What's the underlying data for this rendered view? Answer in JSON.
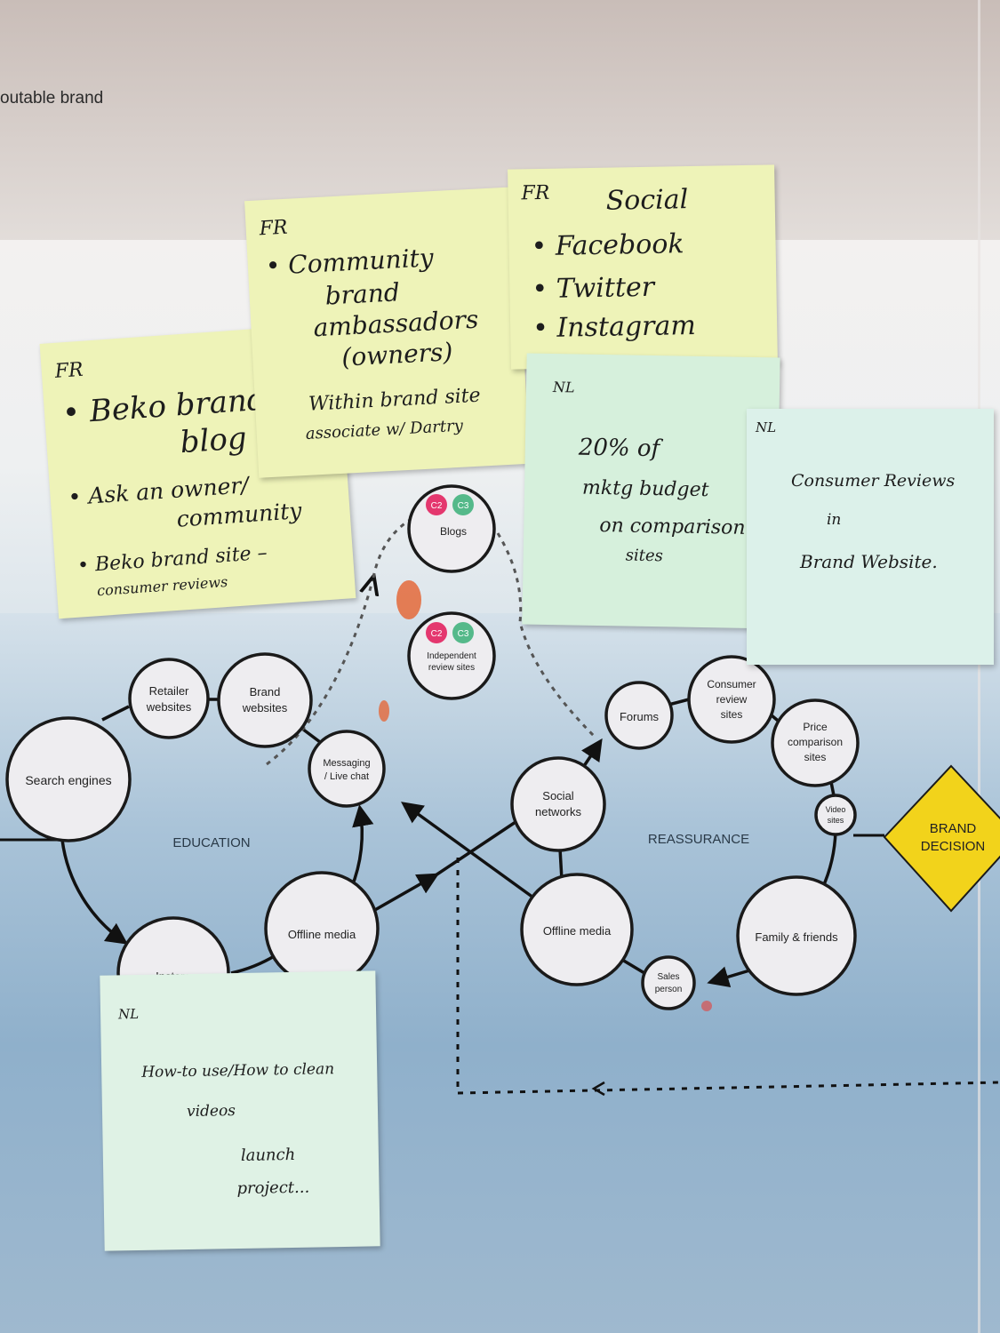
{
  "header": {
    "title_fragment": "outable brand"
  },
  "stages": {
    "education": "EDUCATION",
    "reassurance": "REASSURANCE",
    "brand_decision": [
      "BRAND",
      "DECISION"
    ]
  },
  "education_nodes": {
    "search": [
      "Search engines"
    ],
    "retailer": [
      "Retailer",
      "websites"
    ],
    "brand": [
      "Brand",
      "websites"
    ],
    "messaging": [
      "Messaging",
      "/ Live chat"
    ],
    "offline": [
      "Offline media"
    ],
    "instore": [
      "Instore"
    ]
  },
  "middle_nodes": {
    "blogs": [
      "Blogs"
    ],
    "review": [
      "Independent",
      "review sites"
    ],
    "badges": [
      "C2",
      "C3"
    ]
  },
  "reassurance_nodes": {
    "social": [
      "Social",
      "networks"
    ],
    "forums": [
      "Forums"
    ],
    "consumer": [
      "Consumer",
      "review",
      "sites"
    ],
    "price": [
      "Price",
      "comparison",
      "sites"
    ],
    "video": [
      "Video",
      "sites"
    ],
    "family": [
      "Family & friends"
    ],
    "sales": [
      "Sales",
      "person"
    ],
    "offline": [
      "Offline media"
    ]
  },
  "notes": {
    "beko_blog": {
      "tag": "FR",
      "lines": [
        "• Beko brand",
        "blog",
        "• Ask an owner/",
        "community",
        "• Beko brand site –",
        "consumer reviews"
      ]
    },
    "community": {
      "tag": "FR",
      "lines": [
        "• Community",
        "brand",
        "ambassadors",
        "(owners)",
        "Within brand site",
        "associate w/ Dartry"
      ]
    },
    "social": {
      "tag": "FR",
      "lines": [
        "Social",
        "• Facebook",
        "• Twitter",
        "• Instagram"
      ]
    },
    "budget": {
      "tag": "NL",
      "lines": [
        "20% of",
        "mktg budget",
        "on comparison",
        "sites"
      ]
    },
    "reviews": {
      "tag": "NL",
      "lines": [
        "Consumer Reviews",
        "in",
        "Brand Website."
      ]
    },
    "videos": {
      "tag": "NL",
      "lines": [
        "How-to use/How to clean",
        "videos",
        "launch",
        "project..."
      ]
    }
  },
  "colors": {
    "node_fill": "#eeedf0",
    "node_stroke": "#1a1a1a",
    "decision": "#f2d31b",
    "badge_pink": "#e4376e",
    "badge_green": "#55b98a"
  }
}
